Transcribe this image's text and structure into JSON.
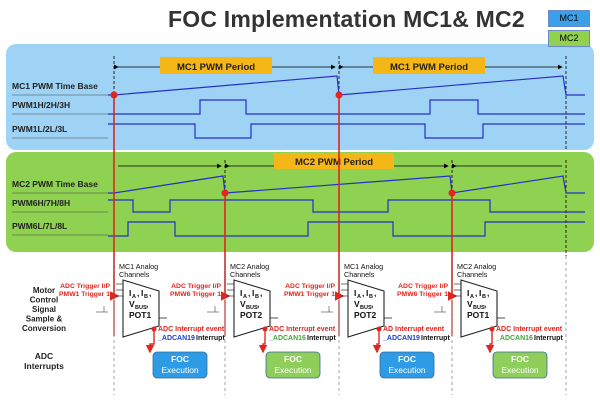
{
  "title": "FOC Implementation MC1& MC2",
  "legend": [
    {
      "label": "MC1",
      "color": "#3aa0e8"
    },
    {
      "label": "MC2",
      "color": "#92d050"
    }
  ],
  "mc1": {
    "panel_color": "#9fd3f5",
    "period_label": "MC1 PWM Period",
    "signals": [
      "MC1 PWM Time Base",
      "PWM1H/2H/3H",
      "PWM1L/2L/3L"
    ]
  },
  "mc2": {
    "panel_color": "#8fd150",
    "period_label": "MC2 PWM Period",
    "signals": [
      "MC2 PWM Time Base",
      "PWM6H/7H/8H",
      "PWM6L/7L/8L"
    ]
  },
  "conversion": {
    "row_label": [
      "Motor",
      "Control",
      "Signal",
      "Sample &",
      "Conversion"
    ],
    "adc_label": [
      "ADC",
      "Interrupts"
    ],
    "events": [
      {
        "trigger": [
          "ADC Trigger I/P",
          "PMW1 Trigger 1"
        ],
        "mux_title": [
          "MC1 Analog",
          "Channels"
        ],
        "mux_last": "POT1",
        "interrupt": "ADC Interrupt event",
        "ch_prefix": "_ADCAN19",
        "ch_suffix": "Interrupt",
        "ch_color": "#1a3fc4",
        "foc": "FOC Execution",
        "foc_color": "#2e9be6"
      },
      {
        "trigger": [
          "ADC Trigger I/P",
          "PMW6 Trigger 1"
        ],
        "mux_title": [
          "MC2  Analog",
          "Channels"
        ],
        "mux_last": "POT2",
        "interrupt": "ADC Interrupt event",
        "ch_prefix": "_ADCAN16",
        "ch_suffix": "Interrupt",
        "ch_color": "#3fa83a",
        "foc": "FOC Execution",
        "foc_color": "#8fce5a"
      },
      {
        "trigger": [
          "ADC Trigger I/P",
          "PMW1 Trigger 1"
        ],
        "mux_title": [
          "MC1  Analog",
          "Channels"
        ],
        "mux_last": "POT2",
        "interrupt": "AD Interrupt event",
        "ch_prefix": "_ADCAN19",
        "ch_suffix": "Interrupt",
        "ch_color": "#1a3fc4",
        "foc": "FOC Execution",
        "foc_color": "#2e9be6"
      },
      {
        "trigger": [
          "ADC Trigger I/P",
          "PMW6 Trigger 1"
        ],
        "mux_title": [
          "MC2  Analog",
          "Channels"
        ],
        "mux_last": "POT1",
        "interrupt": "ADC Interrupt event",
        "ch_prefix": "_ADCAN16",
        "ch_suffix": "Interrupt",
        "ch_color": "#3fa83a",
        "foc": "FOC Execution",
        "foc_color": "#8fce5a"
      }
    ],
    "mux_inputs": [
      "I",
      "I",
      "V"
    ],
    "mux_subs": [
      "A",
      "B",
      "BUS"
    ]
  }
}
